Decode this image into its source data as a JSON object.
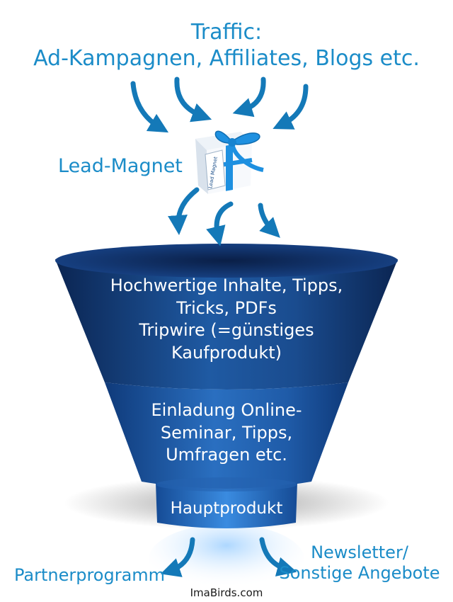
{
  "traffic": {
    "line1": "Traffic:",
    "line2": "Ad-Kampagnen, Affiliates, Blogs etc."
  },
  "lead_magnet": {
    "label": "Lead-Magnet",
    "tag_text": "Lead Magnet"
  },
  "funnel": {
    "stage1": [
      "Hochwertige Inhalte, Tipps,",
      "Tricks, PDFs",
      "Tripwire (=günstiges",
      "Kaufprodukt)"
    ],
    "stage2": [
      "Einladung Online-",
      "Seminar, Tipps,",
      "Umfragen etc."
    ],
    "stage3": "Hauptprodukt"
  },
  "outputs": {
    "left": "Partnerprogramm",
    "right_line1": "Newsletter/",
    "right_line2": "Sonstige Angebote"
  },
  "brand": "ImaBirds.com",
  "colors": {
    "text_accent": "#1b8cc8",
    "arrow": "#1479b8",
    "funnel_dark": "#0e2f63",
    "funnel_mid": "#1a4f93",
    "funnel_light": "#2f7fd0",
    "ribbon": "#1e90e0"
  }
}
